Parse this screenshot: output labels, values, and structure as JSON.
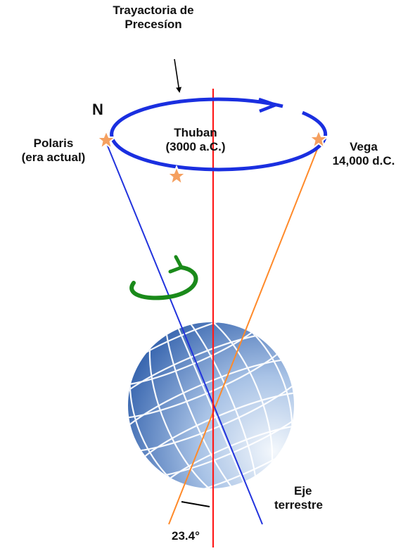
{
  "title_line1": "Trayactoria de",
  "title_line2": "Precesíon",
  "north": "N",
  "polaris_line1": "Polaris",
  "polaris_line2": "(era actual)",
  "thuban_line1": "Thuban",
  "thuban_line2": "(3000 a.C.)",
  "vega_line1": "Vega",
  "vega_line2": "14,000 d.C.",
  "axis_line1": "Eje",
  "axis_line2": "terrestre",
  "angle": "23.4°",
  "colors": {
    "orbit": "#1a2fe0",
    "vertical_axis": "#ff1a1a",
    "polaris_axis": "#2233dd",
    "vega_axis": "#ff8a2a",
    "rotation_arrow": "#1a8a1a",
    "star_fill": "#f5a060",
    "star_stroke": "#ffffff",
    "globe_light": "#eef4fb",
    "globe_dark": "#2a5aa8"
  },
  "icons": [
    "star-icon",
    "curved-rotation-arrow-icon",
    "globe-icon",
    "pointer-arrow-icon"
  ]
}
